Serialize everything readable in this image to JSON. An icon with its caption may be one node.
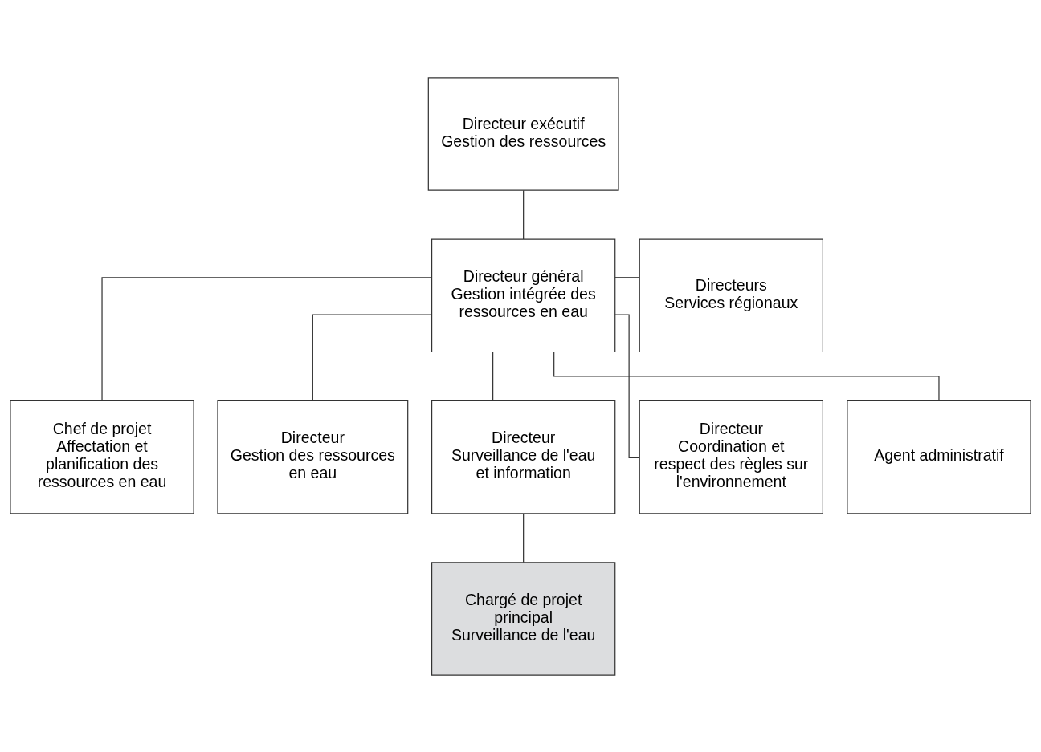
{
  "diagram": {
    "nodes": [
      {
        "text": [
          "Directeur exécutif",
          "Gestion des ressources"
        ]
      },
      {
        "text": [
          "Directeur général",
          "Gestion intégrée des ressources en eau"
        ]
      },
      {
        "text": [
          "Directeurs",
          "Services régionaux"
        ]
      },
      {
        "text": [
          "Chef de projet",
          "Affectation et planification des ressources en eau"
        ]
      },
      {
        "text": [
          "Directeur",
          "Gestion des ressources en eau"
        ]
      },
      {
        "text": [
          "Directeur",
          "Surveillance de l'eau et information"
        ]
      },
      {
        "text": [
          "Directeur",
          "Coordination et respect des règles sur l'environnement"
        ]
      },
      {
        "text": [
          "Agent administratif"
        ]
      },
      {
        "text": [
          "Chargé de projet principal",
          "Surveillance de l'eau"
        ]
      }
    ],
    "edges": [
      {
        "from": 0,
        "to": 1,
        "arrow": "none"
      },
      {
        "from": 1,
        "to": 2,
        "arrow": "none"
      },
      {
        "from": 1,
        "to": 3,
        "arrow": "none"
      },
      {
        "from": 1,
        "to": 4,
        "arrow": "none"
      },
      {
        "from": 1,
        "to": 5,
        "arrow": "none"
      },
      {
        "from": 1,
        "to": 6,
        "arrow": "none"
      },
      {
        "from": 1,
        "to": 7,
        "arrow": "none"
      },
      {
        "from": 5,
        "to": 8,
        "arrow": "none"
      }
    ]
  }
}
